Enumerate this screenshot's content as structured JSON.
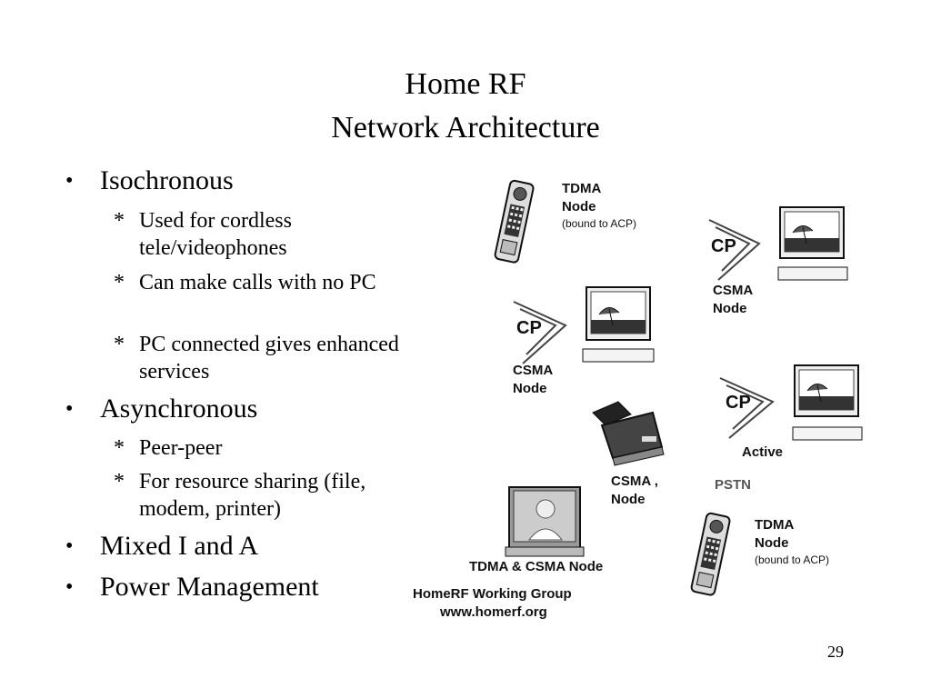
{
  "slide": {
    "title_line1": "Home RF",
    "title_line2": "Network Architecture",
    "page_number": "29"
  },
  "bullets": {
    "isochronous": {
      "label": "Isochronous",
      "sub": [
        "Used for cordless tele/videophones",
        "Can make calls with no PC",
        "PC connected gives enhanced services"
      ]
    },
    "asynchronous": {
      "label": "Asynchronous",
      "sub": [
        "Peer-peer",
        "For resource sharing (file, modem, printer)"
      ]
    },
    "mixed": "Mixed I and A",
    "power": "Power Management",
    "bullet_glyph": "•",
    "sub_glyph": "*"
  },
  "diagram": {
    "tdma_node_top": {
      "line1": "TDMA",
      "line2": "Node",
      "note": "(bound to ACP)"
    },
    "cp_top_right": {
      "cp": "CP",
      "line1": "CSMA",
      "line2": "Node"
    },
    "cp_middle_left": {
      "cp": "CP",
      "line1": "CSMA",
      "line2": "Node"
    },
    "cp_active": {
      "cp": "CP",
      "label": "Active"
    },
    "printer": {
      "line1": "CSMA ,",
      "line2": "Node"
    },
    "pstn": "PSTN",
    "tdma_node_bottom": {
      "line1": "TDMA",
      "line2": "Node",
      "note": "(bound to ACP)"
    },
    "videophone_label": "TDMA & CSMA Node",
    "credit_line1": "HomeRF Working Group",
    "credit_line2": "www.homerf.org"
  }
}
